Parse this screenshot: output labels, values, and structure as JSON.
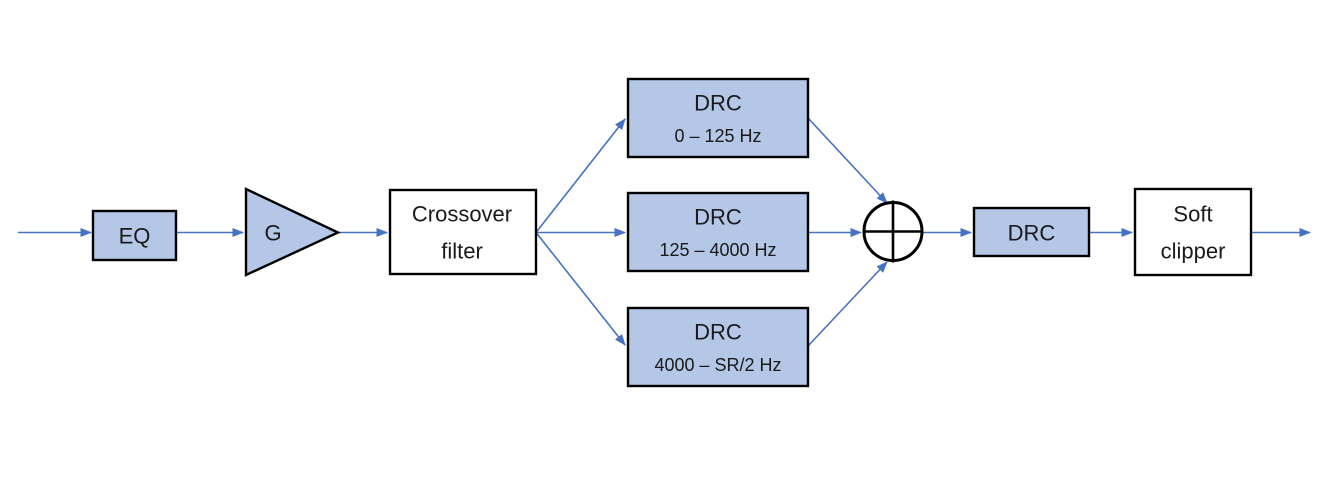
{
  "diagram": {
    "colors": {
      "block_fill": "#b4c7e7",
      "block_stroke": "#000000",
      "arrow": "#4472c4",
      "background": "#ffffff"
    },
    "nodes": {
      "eq": {
        "label": "EQ"
      },
      "gain": {
        "label": "G"
      },
      "crossover": {
        "label_line1": "Crossover",
        "label_line2": "filter"
      },
      "drc_low": {
        "label": "DRC",
        "sublabel": "0 – 125 Hz"
      },
      "drc_mid": {
        "label": "DRC",
        "sublabel": "125 – 4000 Hz"
      },
      "drc_high": {
        "label": "DRC",
        "sublabel": "4000 – SR/2 Hz"
      },
      "sum": {
        "symbol": "circled-plus"
      },
      "drc_fullband": {
        "label": "DRC"
      },
      "soft_clipper": {
        "label_line1": "Soft",
        "label_line2": "clipper"
      }
    }
  }
}
